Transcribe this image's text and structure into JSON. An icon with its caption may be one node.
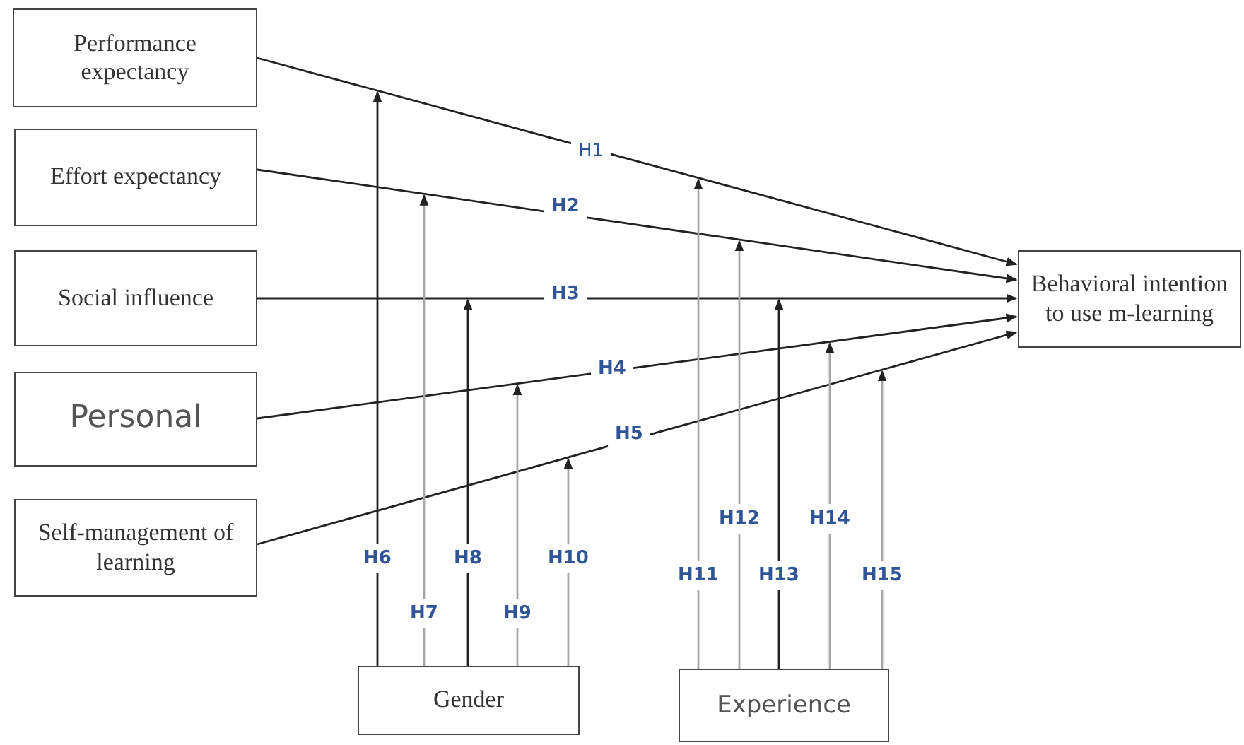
{
  "diagram": {
    "nodes": [
      {
        "text": [
          "Performance expectancy"
        ]
      },
      {
        "text": [
          "Effort expectancy"
        ]
      },
      {
        "text": [
          "Social influence"
        ]
      },
      {
        "text": [
          "Personal"
        ]
      },
      {
        "text": [
          "Self-management of learning"
        ]
      },
      {
        "text": [
          "Behavioral intention to use m-learning"
        ]
      },
      {
        "text": [
          "Gender"
        ]
      },
      {
        "text": [
          "Experience"
        ]
      }
    ],
    "edges": [
      {
        "from": 0,
        "to": 5,
        "arrow": "to",
        "label": "H1"
      },
      {
        "from": 1,
        "to": 5,
        "arrow": "to",
        "label": "H2"
      },
      {
        "from": 2,
        "to": 5,
        "arrow": "to",
        "label": "H3"
      },
      {
        "from": 3,
        "to": 5,
        "arrow": "to",
        "label": "H4"
      },
      {
        "from": 4,
        "to": 5,
        "arrow": "to",
        "label": "H5"
      },
      {
        "from": 6,
        "to": null,
        "arrow": "to",
        "label": "H6"
      },
      {
        "from": 6,
        "to": null,
        "arrow": "to",
        "label": "H7",
        "color": "#a6a6a6"
      },
      {
        "from": 6,
        "to": null,
        "arrow": "to",
        "label": "H8"
      },
      {
        "from": 6,
        "to": null,
        "arrow": "to",
        "label": "H9",
        "color": "#a6a6a6"
      },
      {
        "from": 6,
        "to": null,
        "arrow": "to",
        "label": "H10",
        "color": "#a6a6a6"
      },
      {
        "from": 7,
        "to": null,
        "arrow": "to",
        "label": "H11",
        "color": "#a6a6a6"
      },
      {
        "from": 7,
        "to": null,
        "arrow": "to",
        "label": "H12",
        "color": "#a6a6a6"
      },
      {
        "from": 7,
        "to": null,
        "arrow": "to",
        "label": "H13"
      },
      {
        "from": 7,
        "to": null,
        "arrow": "to",
        "label": "H14",
        "color": "#a6a6a6"
      },
      {
        "from": 7,
        "to": null,
        "arrow": "to",
        "label": "H15",
        "color": "#a6a6a6"
      }
    ]
  }
}
